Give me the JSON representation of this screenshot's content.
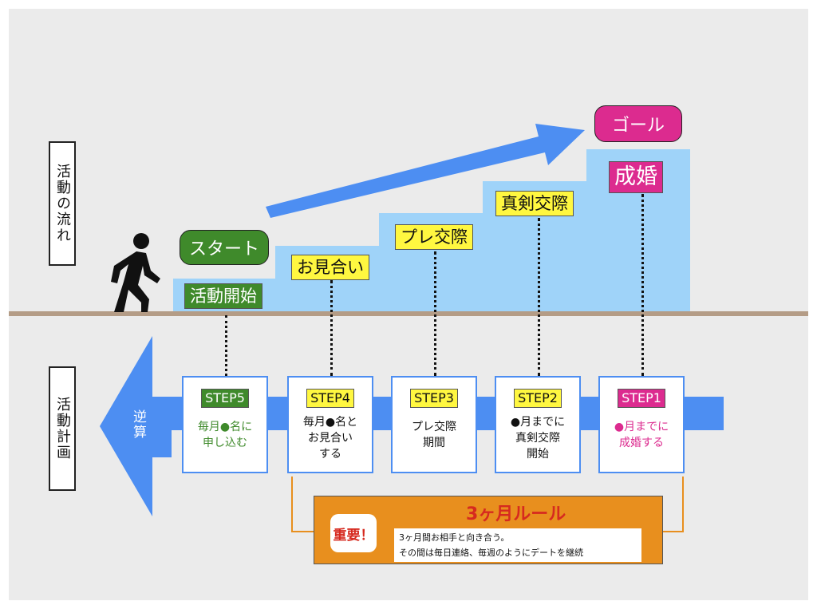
{
  "side_labels": {
    "flow": "活動の流れ",
    "plan": "活動計画"
  },
  "flow": {
    "start_pill": "スタート",
    "goal_pill": "ゴール",
    "stages": [
      {
        "label": "活動開始"
      },
      {
        "label": "お見合い"
      },
      {
        "label": "プレ交際"
      },
      {
        "label": "真剣交際"
      },
      {
        "label": "成婚"
      }
    ]
  },
  "plan": {
    "reverse_label": "逆算",
    "steps": [
      {
        "step": "STEP5",
        "lines": [
          "毎月",
          "●",
          "名に",
          "申し込む"
        ]
      },
      {
        "step": "STEP4",
        "lines": [
          "毎月●名と",
          "お見合い",
          "する"
        ]
      },
      {
        "step": "STEP3",
        "lines": [
          "プレ交際",
          "期間"
        ]
      },
      {
        "step": "STEP2",
        "lines": [
          "●月までに",
          "真剣交際",
          "開始"
        ]
      },
      {
        "step": "STEP1",
        "lines": [
          "●月までに",
          "成婚する"
        ]
      }
    ]
  },
  "rule": {
    "title": "3ヶ月ルール",
    "badge": "重要！",
    "note_line1": "3ヶ月間お相手と向き合う。",
    "note_line2": "その間は毎日連絡、毎週のようにデートを継続"
  },
  "colors": {
    "green": "#3f8a2b",
    "magenta": "#dc2b8f",
    "yellow": "#fff740",
    "blue": "#4d8ef2",
    "stairs": "#9fd3f9",
    "orange": "#e88f1e",
    "red": "#d62a1f"
  },
  "icons": [
    "walking-person-icon",
    "up-arrow-icon",
    "left-arrow-icon"
  ]
}
